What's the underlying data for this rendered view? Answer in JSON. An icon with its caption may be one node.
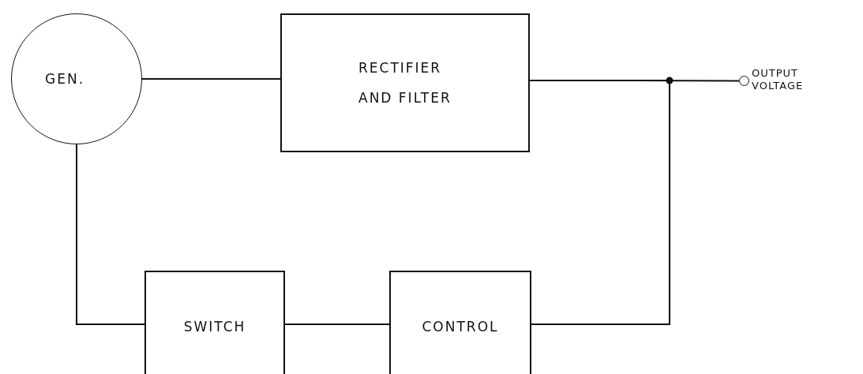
{
  "diagram": {
    "nodes": [
      {
        "text": [
          "GEN."
        ]
      },
      {
        "text": [
          "RECTIFIER AND FILTER"
        ]
      },
      {
        "text": [],
        "shape": "circle",
        "beside": [
          "OUTPUT VOLTAGE"
        ]
      },
      {
        "text": [
          "SWITCH"
        ]
      },
      {
        "text": [
          "CONTROL"
        ]
      }
    ],
    "edges": [
      {
        "from": 0,
        "to": 1,
        "arrow": "none"
      },
      {
        "from": 1,
        "to": 2,
        "arrow": "none"
      },
      {
        "from": 1,
        "to": 4,
        "arrow": "none"
      },
      {
        "from": 0,
        "to": 3,
        "arrow": "none"
      },
      {
        "from": 3,
        "to": 4,
        "arrow": "none"
      }
    ]
  }
}
